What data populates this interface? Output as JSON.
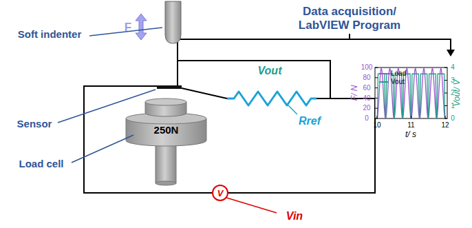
{
  "diagram": {
    "nodes": [
      {
        "text": [
          "250N"
        ]
      },
      {
        "text": [
          "V"
        ]
      }
    ],
    "labels": [
      "Data acquisition/ LabVIEW Program",
      "Soft indenter",
      "F",
      "Sensor",
      "Load cell",
      "Vout",
      "Rref",
      "Vin",
      "F/ N",
      "Vout/ V",
      "t/ s",
      "0",
      "20",
      "40",
      "60",
      "80",
      "100",
      "0",
      "1",
      "2",
      "3",
      "4",
      "10",
      "11",
      "12"
    ],
    "legend": [
      {
        "text": "Load"
      },
      {
        "text": "Vout"
      }
    ]
  }
}
